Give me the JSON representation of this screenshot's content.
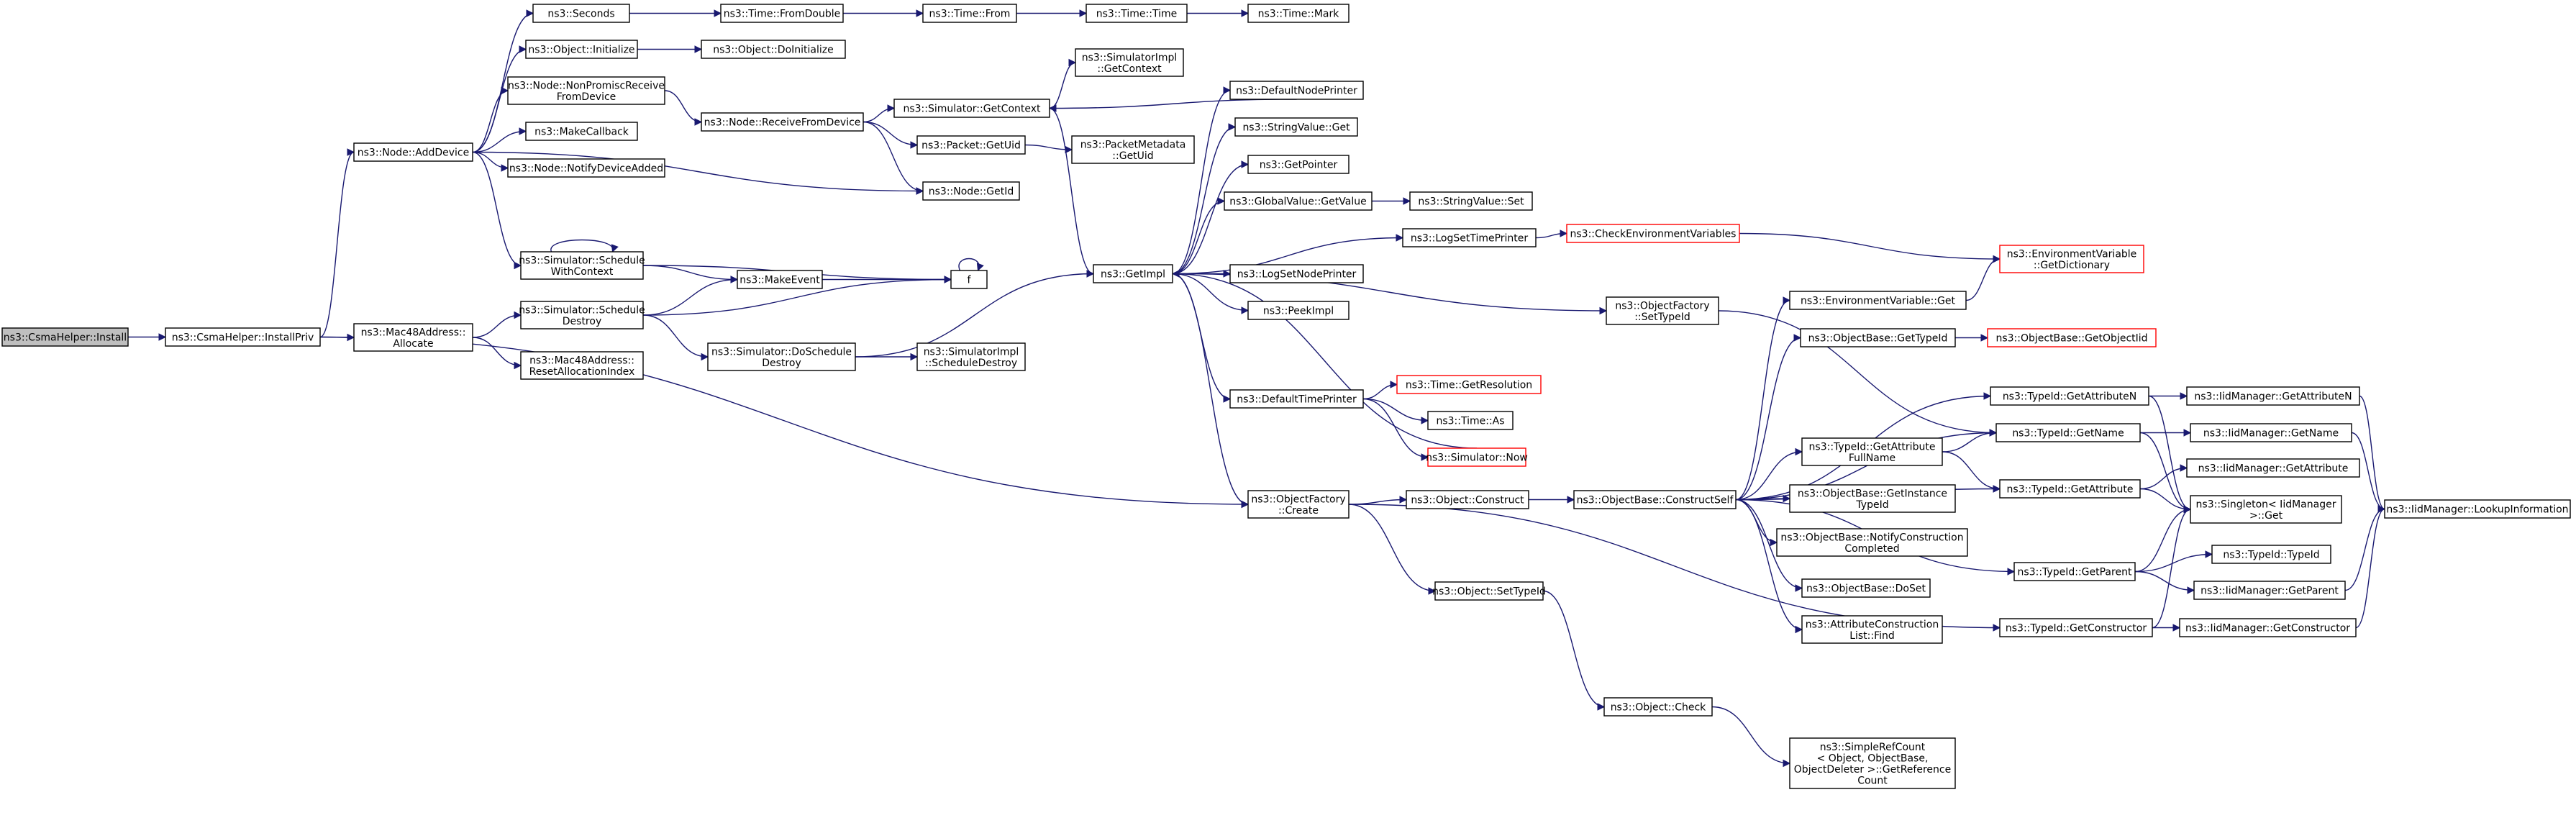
{
  "nodes": {
    "csmahelper_install": [
      "ns3::CsmaHelper::Install"
    ],
    "csmahelper_installpriv": [
      "ns3::CsmaHelper::InstallPriv"
    ],
    "node_adddevice": [
      "ns3::Node::AddDevice"
    ],
    "mac48_allocate": [
      "ns3::Mac48Address::",
      "Allocate"
    ],
    "seconds": [
      "ns3::Seconds"
    ],
    "object_initialize": [
      "ns3::Object::Initialize"
    ],
    "node_nonpromisc": [
      "ns3::Node::NonPromiscReceive",
      "FromDevice"
    ],
    "makecallback": [
      "ns3::MakeCallback"
    ],
    "node_notifydeviceadded": [
      "ns3::Node::NotifyDeviceAdded"
    ],
    "sim_schedule_ctx": [
      "ns3::Simulator::Schedule",
      "WithContext"
    ],
    "sim_schedule_destroy": [
      "ns3::Simulator::Schedule",
      "Destroy"
    ],
    "mac48_resetalloc": [
      "ns3::Mac48Address::",
      "ResetAllocationIndex"
    ],
    "time_fromdouble": [
      "ns3::Time::FromDouble"
    ],
    "object_doinitialize": [
      "ns3::Object::DoInitialize"
    ],
    "node_receivefromdevice": [
      "ns3::Node::ReceiveFromDevice"
    ],
    "makeevent": [
      "ns3::MakeEvent"
    ],
    "sim_doschedule_destroy": [
      "ns3::Simulator::DoSchedule",
      "Destroy"
    ],
    "time_from": [
      "ns3::Time::From"
    ],
    "sim_getcontext": [
      "ns3::Simulator::GetContext"
    ],
    "packet_getuid": [
      "ns3::Packet::GetUid"
    ],
    "node_getid": [
      "ns3::Node::GetId"
    ],
    "f": [
      "f"
    ],
    "simimpl_scheduledestroy": [
      "ns3::SimulatorImpl",
      "::ScheduleDestroy"
    ],
    "time_time": [
      "ns3::Time::Time"
    ],
    "simimpl_getcontext": [
      "ns3::SimulatorImpl",
      "::GetContext"
    ],
    "packetmetadata_getuid": [
      "ns3::PacketMetadata",
      "::GetUid"
    ],
    "getimpl": [
      "ns3::GetImpl"
    ],
    "time_mark": [
      "ns3::Time::Mark"
    ],
    "defaultnodeprinter": [
      "ns3::DefaultNodePrinter"
    ],
    "stringvalue_get": [
      "ns3::StringValue::Get"
    ],
    "getpointer": [
      "ns3::GetPointer"
    ],
    "globalvalue_getvalue": [
      "ns3::GlobalValue::GetValue"
    ],
    "stringvalue_set": [
      "ns3::StringValue::Set"
    ],
    "logsettimeprinter": [
      "ns3::LogSetTimePrinter"
    ],
    "checkenvvars": [
      "ns3::CheckEnvironmentVariables"
    ],
    "logsetnodeprinter": [
      "ns3::LogSetNodePrinter"
    ],
    "peekimpl": [
      "ns3::PeekImpl"
    ],
    "defaulttimeprinter": [
      "ns3::DefaultTimePrinter"
    ],
    "time_getresolution": [
      "ns3::Time::GetResolution"
    ],
    "time_as": [
      "ns3::Time::As"
    ],
    "simulator_now": [
      "ns3::Simulator::Now"
    ],
    "objectfactory_create": [
      "ns3::ObjectFactory",
      "::Create"
    ],
    "object_construct": [
      "ns3::Object::Construct"
    ],
    "object_settypeid": [
      "ns3::Object::SetTypeId"
    ],
    "object_check": [
      "ns3::Object::Check"
    ],
    "objectfactory_settypeid": [
      "ns3::ObjectFactory",
      "::SetTypeId"
    ],
    "objectbase_constructself": [
      "ns3::ObjectBase::ConstructSelf"
    ],
    "envvar_get": [
      "ns3::EnvironmentVariable::Get"
    ],
    "objectbase_gettypeid": [
      "ns3::ObjectBase::GetTypeId"
    ],
    "typeid_getattrfullname": [
      "ns3::TypeId::GetAttribute",
      "FullName"
    ],
    "objectbase_getinstancetypeid": [
      "ns3::ObjectBase::GetInstance",
      "TypeId"
    ],
    "objectbase_notifyconstruction": [
      "ns3::ObjectBase::NotifyConstruction",
      "Completed"
    ],
    "objectbase_doset": [
      "ns3::ObjectBase::DoSet"
    ],
    "attrconstructionlist_find": [
      "ns3::AttributeConstruction",
      "List::Find"
    ],
    "simplerefcount": [
      "ns3::SimpleRefCount",
      "< Object, ObjectBase,",
      "ObjectDeleter >::GetReference",
      "Count"
    ],
    "envvar_getdictionary": [
      "ns3::EnvironmentVariable",
      "::GetDictionary"
    ],
    "objectbase_getobjectiid": [
      "ns3::ObjectBase::GetObjectIid"
    ],
    "typeid_getattributen": [
      "ns3::TypeId::GetAttributeN"
    ],
    "typeid_getname": [
      "ns3::TypeId::GetName"
    ],
    "typeid_getattribute": [
      "ns3::TypeId::GetAttribute"
    ],
    "typeid_getparent": [
      "ns3::TypeId::GetParent"
    ],
    "typeid_getconstructor": [
      "ns3::TypeId::GetConstructor"
    ],
    "iid_getattributen": [
      "ns3::IidManager::GetAttributeN"
    ],
    "iid_getname": [
      "ns3::IidManager::GetName"
    ],
    "iid_getattribute": [
      "ns3::IidManager::GetAttribute"
    ],
    "singleton_get": [
      "ns3::Singleton< IidManager",
      ">::Get"
    ],
    "typeid_typeid": [
      "ns3::TypeId::TypeId"
    ],
    "iid_getparent": [
      "ns3::IidManager::GetParent"
    ],
    "iid_getconstructor": [
      "ns3::IidManager::GetConstructor"
    ],
    "iid_lookupinformation": [
      "ns3::IidManager::LookupInformation"
    ]
  },
  "highlighted_node": "csmahelper_install",
  "truncated_nodes": [
    "checkenvvars",
    "envvar_getdictionary",
    "objectbase_getobjectiid",
    "time_getresolution",
    "simulator_now"
  ],
  "edges": [
    [
      "csmahelper_install",
      "csmahelper_installpriv"
    ],
    [
      "csmahelper_installpriv",
      "node_adddevice"
    ],
    [
      "csmahelper_installpriv",
      "mac48_allocate"
    ],
    [
      "csmahelper_installpriv",
      "objectfactory_create"
    ],
    [
      "node_adddevice",
      "seconds"
    ],
    [
      "node_adddevice",
      "object_initialize"
    ],
    [
      "node_adddevice",
      "node_nonpromisc"
    ],
    [
      "node_adddevice",
      "makecallback"
    ],
    [
      "node_adddevice",
      "node_notifydeviceadded"
    ],
    [
      "node_adddevice",
      "node_getid"
    ],
    [
      "node_adddevice",
      "sim_schedule_ctx"
    ],
    [
      "seconds",
      "time_fromdouble"
    ],
    [
      "time_fromdouble",
      "time_from"
    ],
    [
      "time_from",
      "time_time"
    ],
    [
      "time_time",
      "time_mark"
    ],
    [
      "object_initialize",
      "object_doinitialize"
    ],
    [
      "node_nonpromisc",
      "node_receivefromdevice"
    ],
    [
      "node_receivefromdevice",
      "sim_getcontext"
    ],
    [
      "node_receivefromdevice",
      "packet_getuid"
    ],
    [
      "node_receivefromdevice",
      "node_getid"
    ],
    [
      "sim_getcontext",
      "simimpl_getcontext"
    ],
    [
      "sim_getcontext",
      "getimpl"
    ],
    [
      "packet_getuid",
      "packetmetadata_getuid"
    ],
    [
      "sim_schedule_ctx",
      "sim_schedule_ctx"
    ],
    [
      "sim_schedule_ctx",
      "makeevent"
    ],
    [
      "sim_schedule_ctx",
      "f"
    ],
    [
      "makeevent",
      "f"
    ],
    [
      "f",
      "f"
    ],
    [
      "mac48_allocate",
      "sim_schedule_destroy"
    ],
    [
      "mac48_allocate",
      "mac48_resetalloc"
    ],
    [
      "sim_schedule_destroy",
      "makeevent"
    ],
    [
      "sim_schedule_destroy",
      "f"
    ],
    [
      "sim_schedule_destroy",
      "sim_doschedule_destroy"
    ],
    [
      "sim_doschedule_destroy",
      "getimpl"
    ],
    [
      "sim_doschedule_destroy",
      "simimpl_scheduledestroy"
    ],
    [
      "getimpl",
      "defaultnodeprinter"
    ],
    [
      "defaultnodeprinter",
      "sim_getcontext"
    ],
    [
      "getimpl",
      "stringvalue_get"
    ],
    [
      "getimpl",
      "getpointer"
    ],
    [
      "getimpl",
      "globalvalue_getvalue"
    ],
    [
      "globalvalue_getvalue",
      "stringvalue_set"
    ],
    [
      "getimpl",
      "logsettimeprinter"
    ],
    [
      "logsettimeprinter",
      "checkenvvars"
    ],
    [
      "checkenvvars",
      "envvar_getdictionary"
    ],
    [
      "getimpl",
      "logsetnodeprinter"
    ],
    [
      "getimpl",
      "peekimpl"
    ],
    [
      "getimpl",
      "objectfactory_settypeid"
    ],
    [
      "objectfactory_settypeid",
      "typeid_getname"
    ],
    [
      "getimpl",
      "defaulttimeprinter"
    ],
    [
      "defaulttimeprinter",
      "time_getresolution"
    ],
    [
      "defaulttimeprinter",
      "time_as"
    ],
    [
      "defaulttimeprinter",
      "simulator_now"
    ],
    [
      "simulator_now",
      "getimpl"
    ],
    [
      "getimpl",
      "objectfactory_create"
    ],
    [
      "objectfactory_create",
      "object_construct"
    ],
    [
      "objectfactory_create",
      "object_settypeid"
    ],
    [
      "objectfactory_create",
      "typeid_getconstructor"
    ],
    [
      "object_construct",
      "objectbase_constructself"
    ],
    [
      "object_settypeid",
      "object_check"
    ],
    [
      "object_check",
      "simplerefcount"
    ],
    [
      "objectbase_constructself",
      "envvar_get"
    ],
    [
      "objectbase_constructself",
      "objectbase_gettypeid"
    ],
    [
      "objectbase_constructself",
      "typeid_getattributen"
    ],
    [
      "objectbase_constructself",
      "typeid_getname"
    ],
    [
      "objectbase_constructself",
      "typeid_getattrfullname"
    ],
    [
      "objectbase_constructself",
      "typeid_getattribute"
    ],
    [
      "objectbase_constructself",
      "objectbase_getinstancetypeid"
    ],
    [
      "objectbase_constructself",
      "objectbase_notifyconstruction"
    ],
    [
      "objectbase_constructself",
      "objectbase_doset"
    ],
    [
      "objectbase_constructself",
      "attrconstructionlist_find"
    ],
    [
      "objectbase_constructself",
      "typeid_getparent"
    ],
    [
      "envvar_get",
      "envvar_getdictionary"
    ],
    [
      "objectbase_gettypeid",
      "objectbase_getobjectiid"
    ],
    [
      "typeid_getattrfullname",
      "typeid_getname"
    ],
    [
      "typeid_getattrfullname",
      "typeid_getattribute"
    ],
    [
      "typeid_getattributen",
      "iid_getattributen"
    ],
    [
      "typeid_getattributen",
      "singleton_get"
    ],
    [
      "typeid_getname",
      "iid_getname"
    ],
    [
      "typeid_getname",
      "singleton_get"
    ],
    [
      "typeid_getattribute",
      "iid_getattribute"
    ],
    [
      "typeid_getattribute",
      "singleton_get"
    ],
    [
      "typeid_getparent",
      "singleton_get"
    ],
    [
      "typeid_getparent",
      "typeid_typeid"
    ],
    [
      "typeid_getparent",
      "iid_getparent"
    ],
    [
      "typeid_getconstructor",
      "singleton_get"
    ],
    [
      "typeid_getconstructor",
      "iid_getconstructor"
    ],
    [
      "iid_getattributen",
      "iid_lookupinformation"
    ],
    [
      "iid_getname",
      "iid_lookupinformation"
    ],
    [
      "iid_getparent",
      "iid_lookupinformation"
    ],
    [
      "iid_getconstructor",
      "iid_lookupinformation"
    ]
  ]
}
